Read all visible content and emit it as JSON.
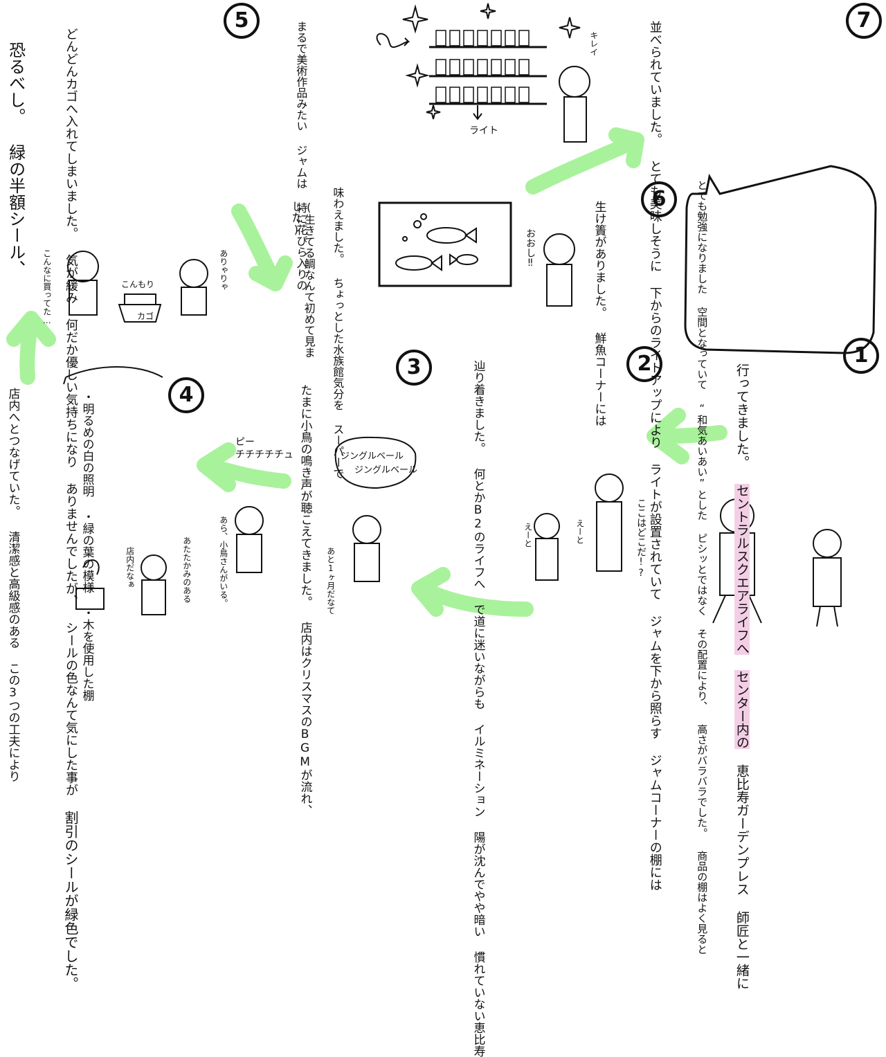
{
  "sections": {
    "s1": {
      "number": "1",
      "lines": [
        "師匠と一緒に",
        "恵比寿ガーデンプレス",
        "センター内の",
        "セントラルスクエアライフへ",
        "行ってきました。"
      ]
    },
    "s2": {
      "number": "2",
      "lines": [
        "慣れていない恵比寿",
        "陽が沈んでやや暗い",
        "イルミネーション",
        "で道に迷いながらも",
        "何とかB2のライフへ",
        "辿り着きました。"
      ],
      "speech_a": "ここはどこだ!?",
      "speech_b": "えーと",
      "speech_c": "えーと"
    },
    "s3": {
      "number": "3",
      "lines": [
        "店内はクリスマスのBGMが流れ、",
        "たまに小鳥の鳴き声が聴こえてきました。"
      ],
      "bubble": [
        "ジングルベール",
        "ジングルベール"
      ],
      "aside": "あと1ヶ月だなて",
      "bird_sfx": [
        "ピー",
        "チチチチチュ"
      ],
      "aside2": "あら、小鳥さんがいる。"
    },
    "s4": {
      "number": "4",
      "list": [
        "・木を使用した棚",
        "・緑の葉の模様",
        "・明るめの白の照明"
      ],
      "lines": [
        "この3つの工夫により",
        "清潔感と高級感のある",
        "店内へとつなげていた。"
      ],
      "speech_a": "あたたかみのある",
      "speech_b": "店内だなぁ"
    },
    "s5": {
      "number": "5",
      "lines": [
        "割引のシールが緑色でした。",
        "シールの色なんて気にした事が",
        "ありませんでしたが、",
        "何だか優しい気持ちになり",
        "気が緩み",
        "どんどんカゴへ入れてしまいました。",
        "緑の半額シール、",
        "恐るべし。"
      ],
      "speech_a": "こんなに買ってた…",
      "pile": "こんもり",
      "basket": "カゴ",
      "speech_b": "ありゃりゃ"
    },
    "s6": {
      "number": "6",
      "lines": [
        "鮮魚コーナーには",
        "生け簀がありました。"
      ],
      "speech": "おおし‼"
    },
    "aquarium": {
      "lines": [
        "スーパーで",
        "ちょっとした水族館気分を",
        "味わえました。"
      ],
      "paren": [
        "(生きてる鯛なんて初めて見ました)"
      ]
    },
    "jam": {
      "lines": [
        "特に花びら入りの",
        "ジャムは",
        "まるで美術作品みたい"
      ],
      "label_light": "ライト",
      "label_kirei": "キレイ"
    },
    "s7": {
      "number": "7",
      "lines": [
        "ジャムコーナーの棚には",
        "ジャムを下から照らす",
        "ライトが設置されていて",
        "下からのライトアップにより",
        "とても美味しそうに",
        "並べられていました。"
      ]
    },
    "bubble7": {
      "lines": [
        "商品の棚はよく見ると",
        "高さがバラバラでした。",
        "その配置により、",
        "ピシッとではなく",
        "“和気あいあい”とした",
        "空間となっていて",
        "とても勉強になりました"
      ]
    },
    "colors": {
      "ink": "#111111",
      "arrow": "#8ef07a",
      "highlight": "#f3cfe6"
    }
  }
}
